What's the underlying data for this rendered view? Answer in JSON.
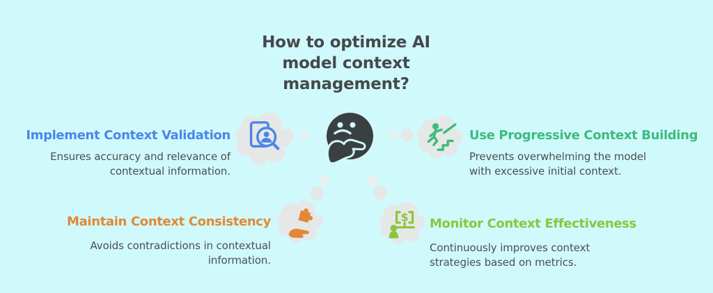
{
  "title": "How to optimize AI model context management?",
  "center_icon": "thinking-face-icon",
  "sections": {
    "validation": {
      "heading": "Implement Context Validation",
      "description": "Ensures accuracy and relevance of contextual information.",
      "color": "#4a86e8",
      "icon": "document-user-search-icon"
    },
    "progressive": {
      "heading": "Use Progressive Context Building",
      "description": "Prevents overwhelming the model with excessive initial context.",
      "color": "#3dbb7e",
      "icon": "person-climbing-stairs-icon"
    },
    "consistency": {
      "heading": "Maintain Context Consistency",
      "description": "Avoids contradictions in contextual information.",
      "color": "#e28836",
      "icon": "hand-holding-puzzle-icon"
    },
    "monitor": {
      "heading": "Monitor Context Effectiveness",
      "description": "Continuously improves context strategies based on metrics.",
      "color": "#8bc53e",
      "icon": "person-dollar-metrics-icon",
      "symbol": "$"
    }
  },
  "colors": {
    "background": "#d0f9fb",
    "thought_cloud": "#e6e8e7",
    "face": "#3a3f42",
    "title_text": "#45484c",
    "body_text": "#4b4e50"
  }
}
